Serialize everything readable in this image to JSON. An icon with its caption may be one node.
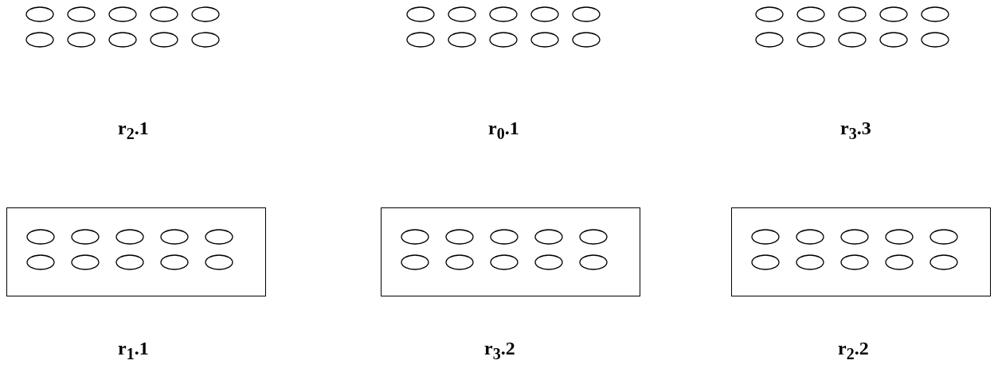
{
  "diagram": {
    "nodes": [
      {
        "text": [],
        "shape": "ellipse"
      },
      {
        "text": [],
        "shape": "ellipse"
      },
      {
        "text": [],
        "shape": "ellipse"
      },
      {
        "text": [],
        "shape": "ellipse"
      },
      {
        "text": [],
        "shape": "ellipse"
      },
      {
        "text": [],
        "shape": "ellipse"
      },
      {
        "text": [],
        "shape": "ellipse"
      },
      {
        "text": [],
        "shape": "ellipse"
      },
      {
        "text": [],
        "shape": "ellipse"
      },
      {
        "text": [],
        "shape": "ellipse"
      },
      {
        "text": [],
        "shape": "ellipse"
      },
      {
        "text": [],
        "shape": "ellipse"
      },
      {
        "text": [],
        "shape": "ellipse"
      },
      {
        "text": [],
        "shape": "ellipse"
      },
      {
        "text": [],
        "shape": "ellipse"
      },
      {
        "text": [],
        "shape": "ellipse"
      },
      {
        "text": [],
        "shape": "ellipse"
      },
      {
        "text": [],
        "shape": "ellipse"
      },
      {
        "text": [],
        "shape": "ellipse"
      },
      {
        "text": [],
        "shape": "ellipse"
      },
      {
        "text": [],
        "shape": "ellipse"
      },
      {
        "text": [],
        "shape": "ellipse"
      },
      {
        "text": [],
        "shape": "ellipse"
      },
      {
        "text": [],
        "shape": "ellipse"
      },
      {
        "text": [],
        "shape": "ellipse"
      },
      {
        "text": [],
        "shape": "ellipse"
      },
      {
        "text": [],
        "shape": "ellipse"
      },
      {
        "text": [],
        "shape": "ellipse"
      },
      {
        "text": [],
        "shape": "ellipse"
      },
      {
        "text": [],
        "shape": "ellipse"
      },
      {
        "text": [],
        "shape": "box"
      },
      {
        "text": [],
        "shape": "ellipse",
        "in": 30
      },
      {
        "text": [],
        "shape": "ellipse",
        "in": 30
      },
      {
        "text": [],
        "shape": "ellipse",
        "in": 30
      },
      {
        "text": [],
        "shape": "ellipse",
        "in": 30
      },
      {
        "text": [],
        "shape": "ellipse",
        "in": 30
      },
      {
        "text": [],
        "shape": "ellipse",
        "in": 30
      },
      {
        "text": [],
        "shape": "ellipse",
        "in": 30
      },
      {
        "text": [],
        "shape": "ellipse",
        "in": 30
      },
      {
        "text": [],
        "shape": "ellipse",
        "in": 30
      },
      {
        "text": [],
        "shape": "ellipse",
        "in": 30
      },
      {
        "text": [],
        "shape": "box"
      },
      {
        "text": [],
        "shape": "ellipse",
        "in": 41
      },
      {
        "text": [],
        "shape": "ellipse",
        "in": 41
      },
      {
        "text": [],
        "shape": "ellipse",
        "in": 41
      },
      {
        "text": [],
        "shape": "ellipse",
        "in": 41
      },
      {
        "text": [],
        "shape": "ellipse",
        "in": 41
      },
      {
        "text": [],
        "shape": "ellipse",
        "in": 41
      },
      {
        "text": [],
        "shape": "ellipse",
        "in": 41
      },
      {
        "text": [],
        "shape": "ellipse",
        "in": 41
      },
      {
        "text": [],
        "shape": "ellipse",
        "in": 41
      },
      {
        "text": [],
        "shape": "ellipse",
        "in": 41
      },
      {
        "text": [],
        "shape": "box"
      },
      {
        "text": [],
        "shape": "ellipse",
        "in": 52
      },
      {
        "text": [],
        "shape": "ellipse",
        "in": 52
      },
      {
        "text": [],
        "shape": "ellipse",
        "in": 52
      },
      {
        "text": [],
        "shape": "ellipse",
        "in": 52
      },
      {
        "text": [],
        "shape": "ellipse",
        "in": 52
      },
      {
        "text": [],
        "shape": "ellipse",
        "in": 52
      },
      {
        "text": [],
        "shape": "ellipse",
        "in": 52
      },
      {
        "text": [],
        "shape": "ellipse",
        "in": 52
      },
      {
        "text": [],
        "shape": "ellipse",
        "in": 52
      },
      {
        "text": [],
        "shape": "ellipse",
        "in": 52
      }
    ],
    "labels": [
      "r$_{2}$.1",
      "r$_{0}$.1",
      "r$_{3}$.3",
      "r$_{1}$.1",
      "r$_{3}$.2",
      "r$_{2}$.2"
    ]
  }
}
